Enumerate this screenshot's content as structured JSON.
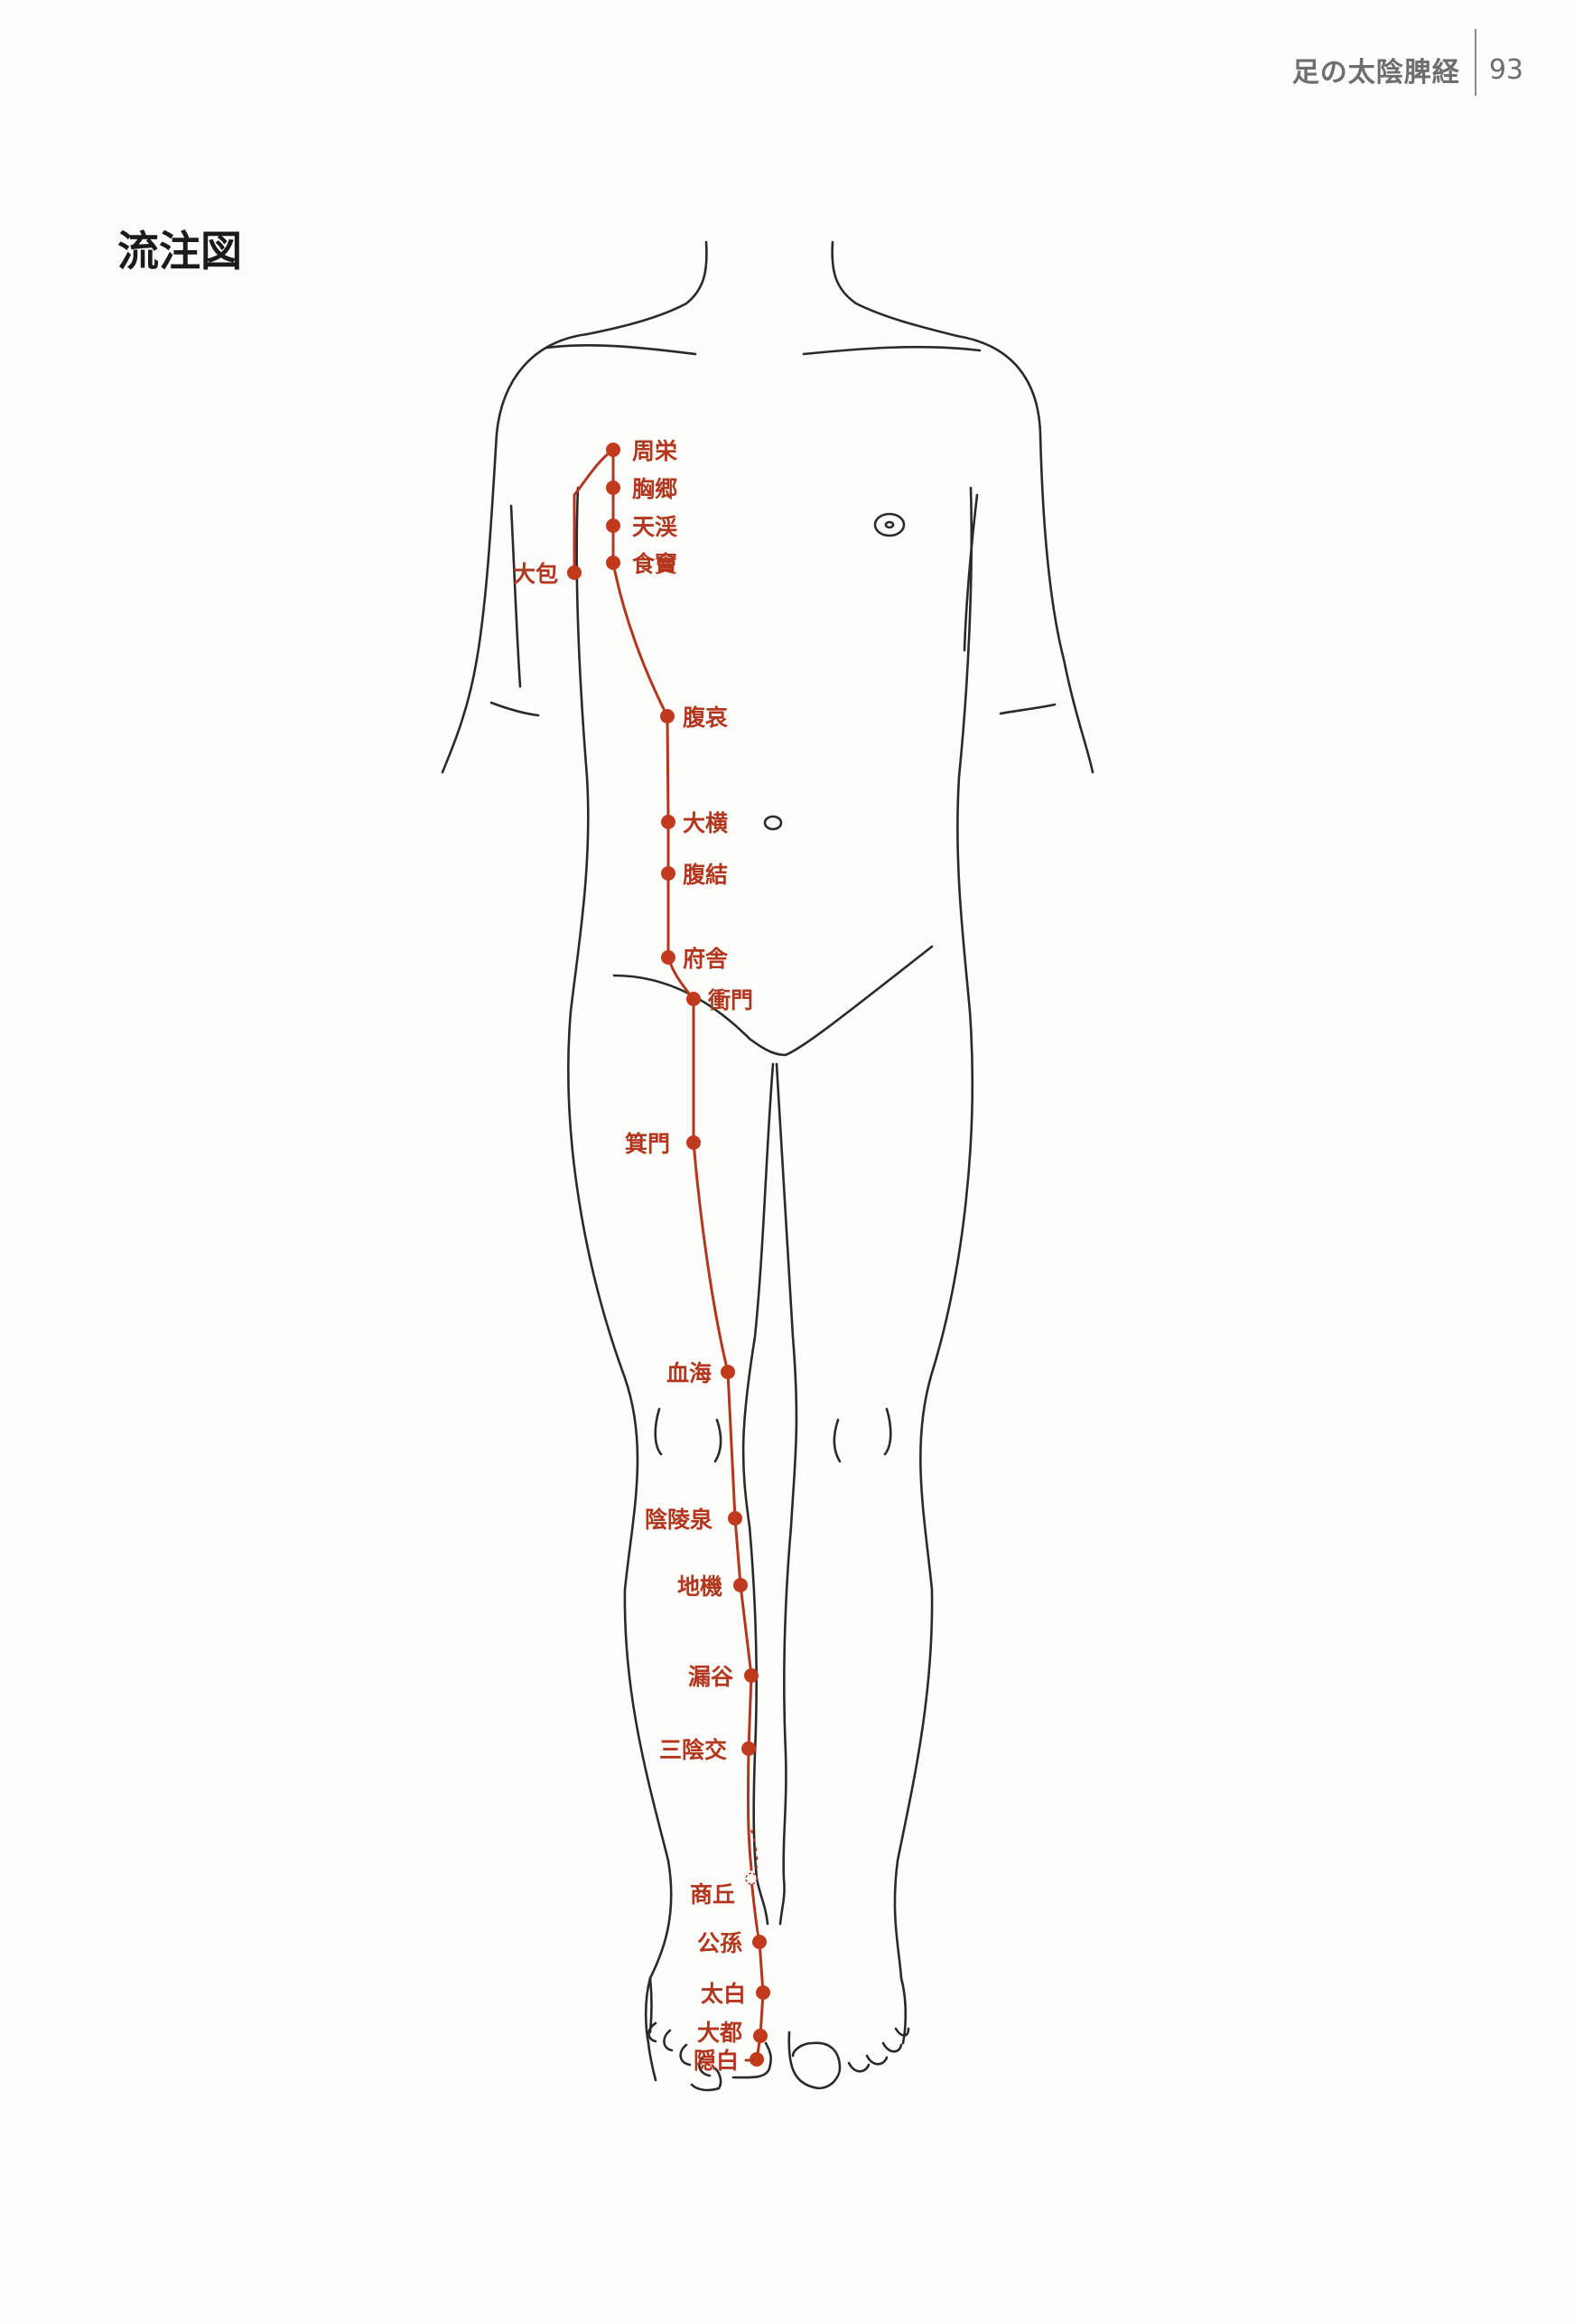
{
  "header": {
    "chapter": "足の太陰脾経",
    "page_number": "93"
  },
  "section_title": "流注図",
  "colors": {
    "meridian": "#b3361f",
    "outline": "#2a2a2a"
  },
  "acupoints": {
    "shuei": "周栄",
    "kyokyo": "胸郷",
    "tenkei": "天渓",
    "shokutoku": "食竇",
    "daiho": "大包",
    "fukuai": "腹哀",
    "daio": "大横",
    "fukketsu": "腹結",
    "fusha": "府舎",
    "shomon": "衝門",
    "kimon": "箕門",
    "kekkai": "血海",
    "inryosen": "陰陵泉",
    "chiki": "地機",
    "rokoku": "漏谷",
    "sanninko": "三陰交",
    "shokyu": "商丘",
    "koson": "公孫",
    "taihaku": "太白",
    "daito": "大都",
    "inpaku": "隠白"
  }
}
